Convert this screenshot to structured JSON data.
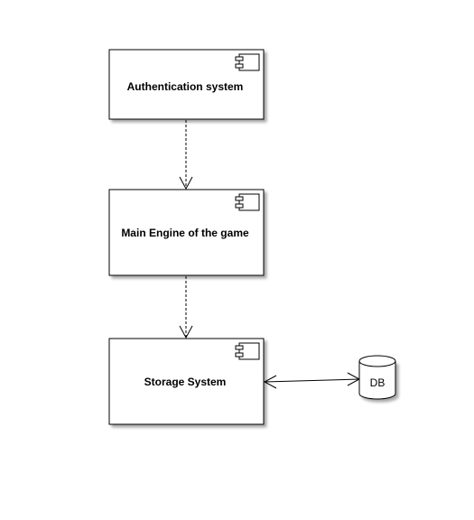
{
  "diagram": {
    "components": [
      {
        "id": "auth",
        "label": "Authentication system"
      },
      {
        "id": "engine",
        "label": "Main Engine of the game"
      },
      {
        "id": "storage",
        "label": "Storage System"
      }
    ],
    "datastore": {
      "label": "DB"
    }
  }
}
